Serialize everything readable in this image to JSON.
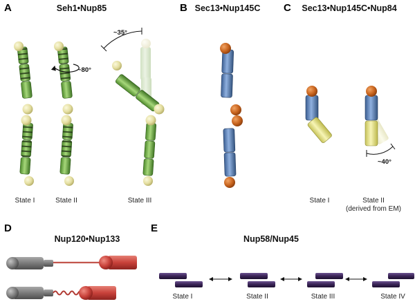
{
  "panels": {
    "A": {
      "letter": "A",
      "title": "Seh1•Nup85",
      "states": [
        "State I",
        "State II",
        "State III"
      ],
      "rotation_angle": "~80°",
      "bend_angle": "~35°"
    },
    "B": {
      "letter": "B",
      "title": "Sec13•Nup145C"
    },
    "C": {
      "letter": "C",
      "title": "Sec13•Nup145C•Nup84",
      "states": [
        "State I",
        "State II"
      ],
      "state_note": "(derived from EM)",
      "bend_angle": "~40°"
    },
    "D": {
      "letter": "D",
      "title": "Nup120•Nup133"
    },
    "E": {
      "letter": "E",
      "title": "Nup58/Nup45",
      "states": [
        "State I",
        "State II",
        "State III",
        "State IV"
      ]
    }
  },
  "colors": {
    "seh1_green": "#7fb756",
    "bead_yellow": "#e7e2a8",
    "sec13_blue": "#6c8fc2",
    "bead_orange": "#c8641e",
    "nup84_yellow": "#eeec8e",
    "nup133_red": "#c8413a",
    "nup120_gray": "#7a7a7a",
    "nup58_purple": "#3a2456"
  }
}
